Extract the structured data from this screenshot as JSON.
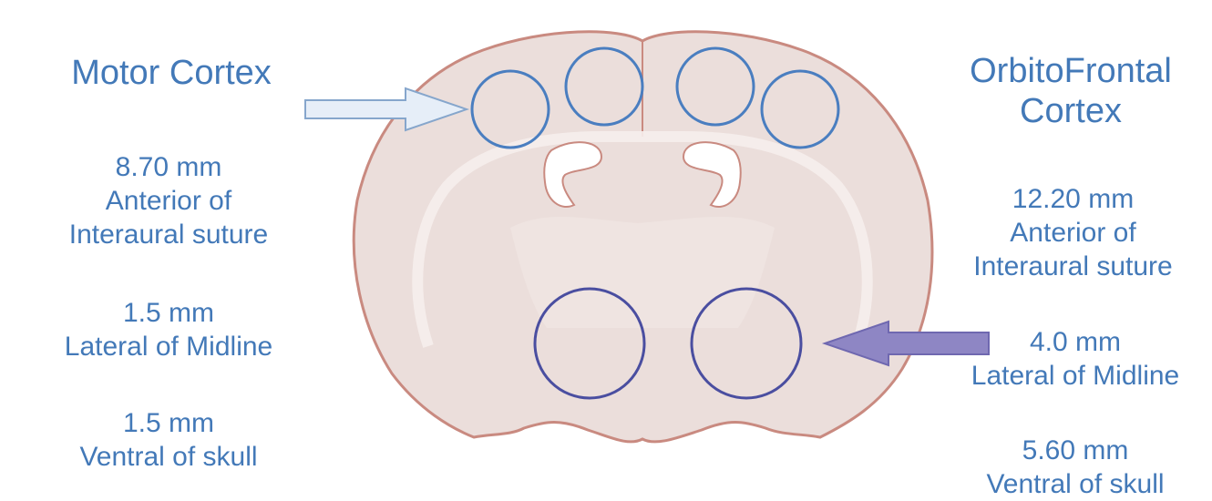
{
  "colors": {
    "text": "#4379b8",
    "brain_fill": "#ebdedb",
    "brain_outline": "#c98a80",
    "motor_circles": "#4a7ec0",
    "ofc_circles": "#4a4ea0",
    "arrow_light_fill": "#e6eef8",
    "arrow_dark_fill": "#8e86c4"
  },
  "left": {
    "title": "Motor Cortex",
    "stats": [
      {
        "value": "8.70 mm",
        "line1": "Anterior of",
        "line2": "Interaural suture"
      },
      {
        "value": "1.5 mm",
        "line1": "Lateral of Midline"
      },
      {
        "value": "1.5 mm",
        "line1": "Ventral of skull"
      }
    ]
  },
  "right": {
    "title_line1": "OrbitoFrontal",
    "title_line2": "Cortex",
    "stats": [
      {
        "value": "12.20 mm",
        "line1": "Anterior of",
        "line2": "Interaural suture"
      },
      {
        "value": "4.0 mm",
        "line1": "Lateral of Midline"
      },
      {
        "value": "5.60 mm",
        "line1": "Ventral of skull"
      }
    ]
  }
}
